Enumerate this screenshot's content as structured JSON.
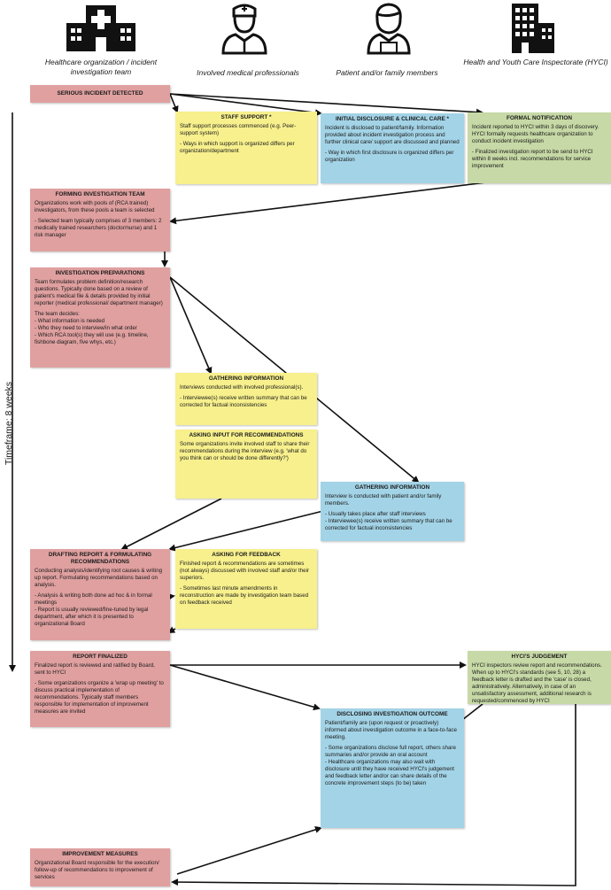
{
  "actors": [
    {
      "label": "Healthcare organization / incident investigation team",
      "icon": "hospital-icon"
    },
    {
      "label": "Involved medical professionals",
      "icon": "doctor-icon"
    },
    {
      "label": "Patient and/or family members",
      "icon": "patient-icon"
    },
    {
      "label": "Health and Youth Care Inspectorate (HYCI)",
      "icon": "building-icon"
    }
  ],
  "timeframe": "Timeframe: 8 weeks",
  "boxes": {
    "serious_incident": {
      "title": "SERIOUS INCIDENT DETECTED"
    },
    "staff_support": {
      "title": "STAFF SUPPORT *",
      "p1": "Staff support processes commenced (e.g. Peer-support system)",
      "p2": "- Ways in which support is organized differs per organization/department"
    },
    "initial_disclosure": {
      "title": "INITIAL DISCLOSURE & CLINICAL CARE *",
      "p1": "Incident is disclosed to patient/family. Information provided about incident investigation process and further clinical care/ support are discussed and planned",
      "p2": "- Way in which first disclosure is organized differs per organization"
    },
    "formal_notification": {
      "title": "FORMAL NOTIFICATION",
      "p1": "Incident reported to HYCI within 3 days of discovery. HYCI formally requests healthcare organization to conduct incident investigation",
      "p2": "- Finalized investigation report to be send to HYCI within 8 weeks incl. recommendations for service improvement"
    },
    "forming_team": {
      "title": "FORMING INVESTIGATION TEAM",
      "p1": "Organizations work with pools of (RCA trained) investigators, from these pools a team is selected",
      "p2": "- Selected team typically comprises of 3 members: 2 medically trained researchers (doctor/nurse) and 1 risk manager"
    },
    "investigation_prep": {
      "title": "INVESTIGATION PREPARATIONS",
      "p1": "Team formulates problem definition/research questions. Typically done based on a review of patient's medical file & details provided by initial reporter (medical professional/ department manager)",
      "p2": "The team decides:",
      "items": [
        "- What information is needed",
        "- Who they need to interview/in what order",
        "- Which RCA tool(s) they will use (e.g. timeline, fishbone diagram, five whys, etc.)"
      ]
    },
    "gathering_staff": {
      "title": "GATHERING INFORMATION",
      "p1": "Interviews conducted with involved professional(s).",
      "p2": "- Interviewee(s) receive written summary that can be corrected for factual inconsistencies"
    },
    "asking_input": {
      "title": "ASKING INPUT FOR RECOMMENDATIONS",
      "p1": "Some organizations invite involved staff to share their recommendations during the interview (e.g. 'what do you think can or should be done differently?')"
    },
    "gathering_patient": {
      "title": "GATHERING INFORMATION",
      "p1": "Interview is conducted with patient and/or family members.",
      "items": [
        "- Usually takes place after staff interviews",
        "- Interviewee(s) receive written summary that can be corrected for factual inconsistencies"
      ]
    },
    "drafting_report": {
      "title": "DRAFTING REPORT & FORMULATING RECOMMENDATIONS",
      "p1": "Conducting analysis/identifying root causes & writing up report. Formulating recommendations based on analysis.",
      "items": [
        "- Analysis & writing both done ad hoc & in formal meetings",
        "- Report is usually reviewed/fine-tuned by legal department, after which it is presented to organizational Board"
      ]
    },
    "asking_feedback": {
      "title": "ASKING FOR FEEDBACK",
      "p1": "Finished report & recommendations are sometimes (not always) discussed with involved staff  and/or their superiors.",
      "p2": "- Sometimes last minute amendments in reconstruction are made by investigation team based on feedback received"
    },
    "report_finalized": {
      "title": "REPORT FINALIZED",
      "p1": "Finalized report is reviewed and ratified by Board, sent to HYCI",
      "p2": "- Some organizations organize a 'wrap up meeting' to discuss practical implementation of recommendations. Typically staff members responsible for implementation of improvement measures are invited"
    },
    "hyci_judgement": {
      "title": "HYCI'S JUDGEMENT",
      "p1": "HYCI inspectors review report and recommendations. When up to HYCI's standards (see 5, 10, 28) a feedback letter is drafted and the 'case' is closed, administratively. Alternatively, in case of an unsatisfactory assessment, additional research is requested/commenced by HYCI"
    },
    "disclosing_outcome": {
      "title": "DISCLOSING INVESTIGATION OUTCOME",
      "p1": "Patient/family are (upon request or proactively) informed about investigation outcome in a face-to-face meeting.",
      "items": [
        "- Some organizations disclose full report, others share summaries and/or provide an oral account",
        "- Healthcare organizations may also wait with disclosure until they have received HYCI's judgement and feedback letter and/or can share details of the concrete improvement steps (to be) taken"
      ]
    },
    "improvement": {
      "title": "IMPROVEMENT MEASURES",
      "p1": "Organizational Board responsible for the execution/ follow-up of recommendations to improvement of services"
    }
  },
  "colors": {
    "red": "#e0a0a0",
    "yellow": "#f7f08d",
    "blue": "#a3d3e6",
    "green": "#c7d9a6"
  }
}
